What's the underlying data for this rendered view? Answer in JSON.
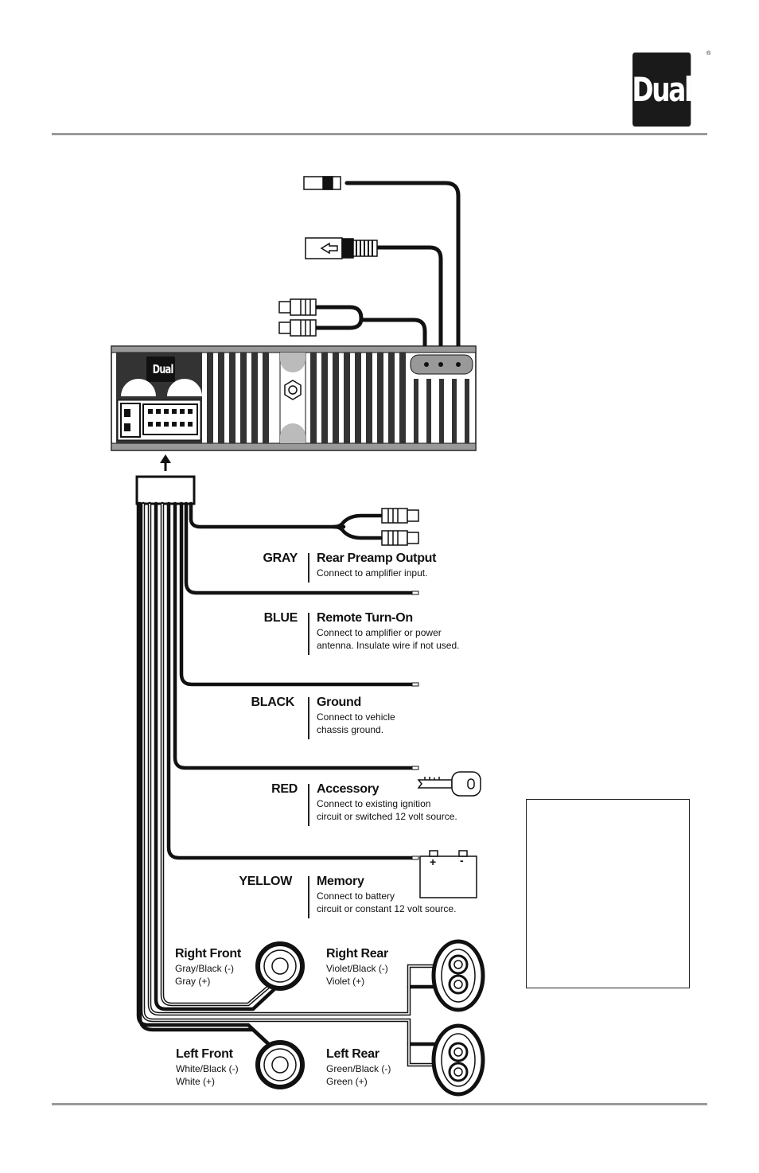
{
  "brand": {
    "logo_text": "Dual",
    "registered_mark": "®"
  },
  "head_unit": {
    "logo_text": "Dual"
  },
  "battery": {
    "plus": "+",
    "minus": "-"
  },
  "wires": [
    {
      "color": "GRAY",
      "title": "Rear Preamp Output",
      "desc": "Connect to amplifier input."
    },
    {
      "color": "BLUE",
      "title": "Remote Turn-On",
      "desc": "Connect to amplifier or power\nantenna. Insulate wire if not used."
    },
    {
      "color": "BLACK",
      "title": "Ground",
      "desc": "Connect to vehicle\nchassis ground."
    },
    {
      "color": "RED",
      "title": "Accessory",
      "desc": "Connect to existing ignition\ncircuit or switched 12 volt source."
    },
    {
      "color": "YELLOW",
      "title": "Memory",
      "desc": "Connect to battery\ncircuit or constant 12 volt source."
    }
  ],
  "speakers": {
    "right_front": {
      "title": "Right Front",
      "desc": "Gray/Black (-)\nGray (+)"
    },
    "right_rear": {
      "title": "Right Rear",
      "desc": "Violet/Black (-)\nViolet (+)"
    },
    "left_front": {
      "title": "Left Front",
      "desc": "White/Black (-)\nWhite (+)"
    },
    "left_rear": {
      "title": "Left Rear",
      "desc": "Green/Black (-)\nGreen (+)"
    }
  },
  "colors": {
    "ink": "#111111",
    "rule": "#9a9a9a",
    "logo_bg": "#1a1a1a"
  }
}
